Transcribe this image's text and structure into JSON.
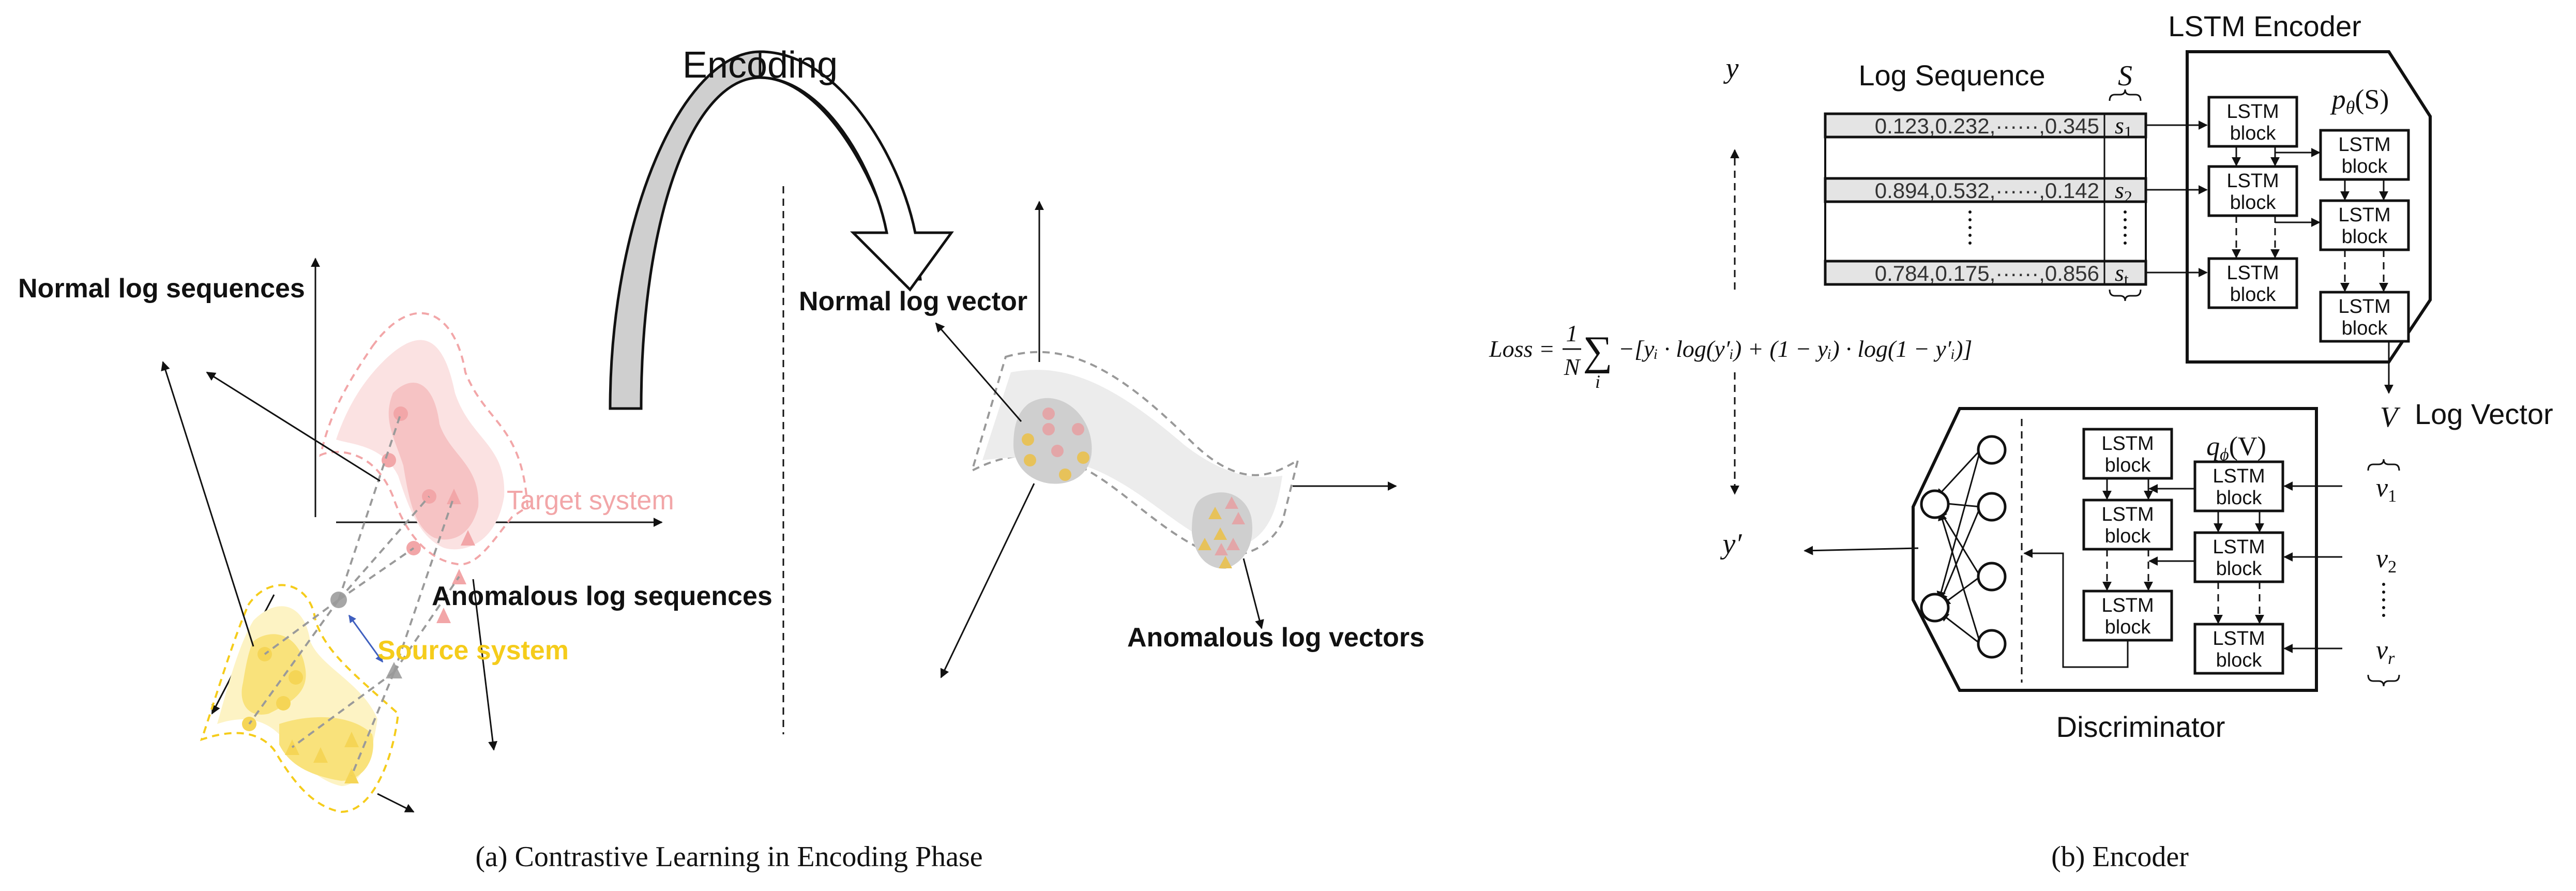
{
  "figure": {
    "panel_a": {
      "arrow_label": "Encoding",
      "source_space": {
        "normal_label": "Normal log sequences",
        "anomalous_label": "Anomalous log sequences",
        "target_label": "Target system",
        "source_label": "Source system"
      },
      "encoded_space": {
        "normal_label": "Normal log vector",
        "anomalous_label": "Anomalous log vectors"
      },
      "caption": "(a) Contrastive Learning in Encoding Phase"
    },
    "panel_b": {
      "encoder_title": "LSTM Encoder",
      "log_sequence_header": "Log Sequence",
      "s_header": "S",
      "rows": [
        {
          "values": "0.123,0.232,······,0.345",
          "symbol": "s",
          "sub": "1"
        },
        {
          "values": "0.894,0.532,······,0.142",
          "symbol": "s",
          "sub": "2"
        },
        {
          "values": "0.784,0.175,······,0.856",
          "symbol": "s",
          "sub": "t"
        }
      ],
      "encoder_func": "p",
      "encoder_func_sub": "θ",
      "encoder_func_arg": "(S)",
      "lstm_line1": "LSTM",
      "lstm_line2": "block",
      "vector_symbol": "V",
      "vector_label": "Log Vector",
      "discriminator_func": "q",
      "discriminator_func_sub": "ϕ",
      "discriminator_func_arg": "(V)",
      "v_inputs": [
        {
          "symbol": "v",
          "sub": "1"
        },
        {
          "symbol": "v",
          "sub": "2"
        },
        {
          "symbol": "v",
          "sub": "r"
        }
      ],
      "y_label": "y",
      "y_prime_label": "y′",
      "loss": {
        "lhs": "Loss =",
        "frac_num": "1",
        "frac_den": "N",
        "sigma": "∑",
        "sigma_sub": "i",
        "body": "−[yᵢ · log(y′ᵢ) + (1 − yᵢ) · log(1 − y′ᵢ)]"
      },
      "discriminator_title": "Discriminator",
      "caption": "(b) Encoder"
    },
    "colors": {
      "target_pink": "#f2a6a8",
      "target_fill": "#f8d0d1",
      "source_yellow": "#f5cc1b",
      "source_fill": "#fbe79b",
      "gray_fill": "#cfcfcf",
      "light_gray": "#ececec",
      "blue_arrow": "#3f5fbf",
      "row_fill": "#e4e4e4"
    }
  }
}
